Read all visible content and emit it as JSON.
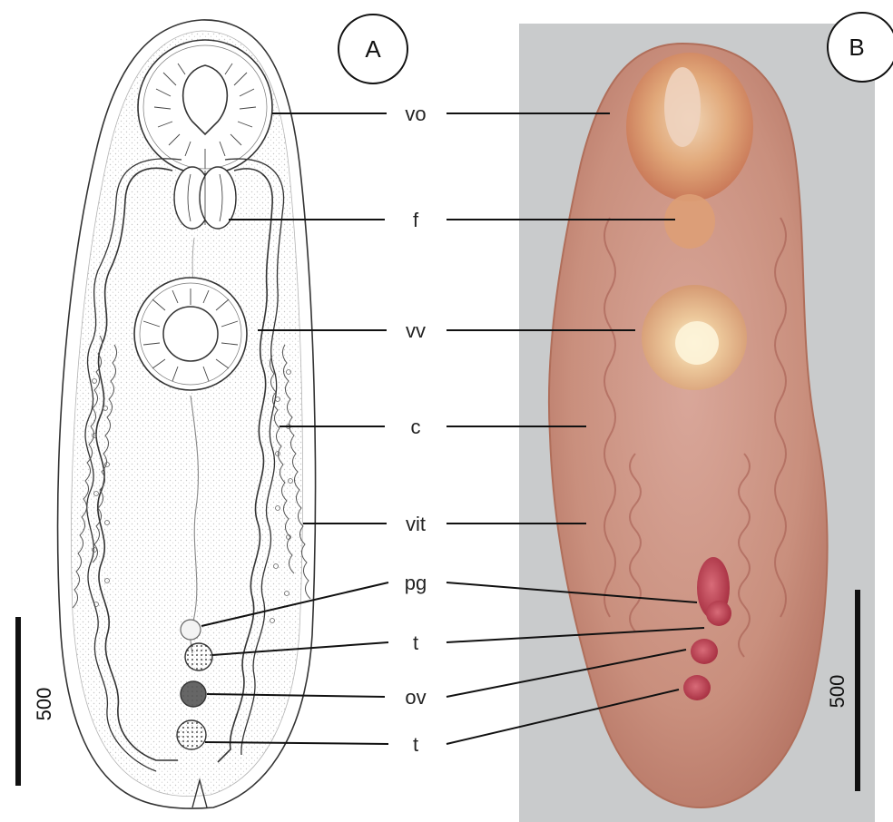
{
  "panels": {
    "a": {
      "label": "A"
    },
    "b": {
      "label": "B"
    }
  },
  "labels": [
    "vo",
    "f",
    "vv",
    "c",
    "vit",
    "pg",
    "t",
    "ov",
    "t"
  ],
  "scale_bars": {
    "a": {
      "value": "500"
    },
    "b": {
      "value": "500"
    }
  },
  "colors": {
    "photo_background": "#c9cbcc",
    "specimen_body": "#c98f7d",
    "specimen_edge": "#b06e5a",
    "oral_sucker": "#d88e61",
    "gonads": "#b0394a",
    "line": "#111111"
  }
}
